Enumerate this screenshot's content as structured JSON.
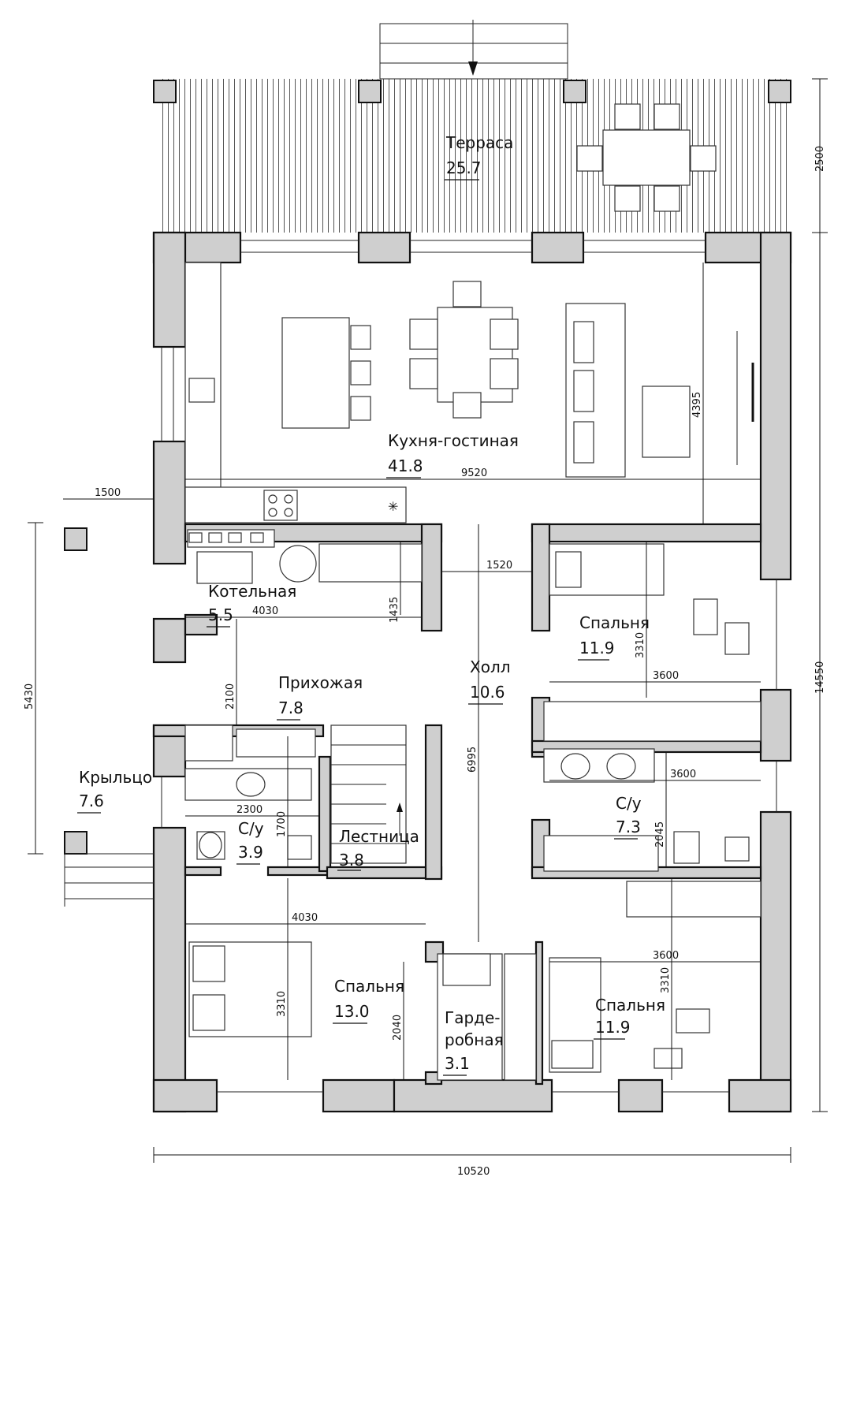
{
  "plan": {
    "rooms": [
      {
        "key": "terrace",
        "name": "Терраса",
        "area": "25.7"
      },
      {
        "key": "kitchen",
        "name": "Кухня-гостиная",
        "area": "41.8"
      },
      {
        "key": "boiler",
        "name": "Котельная",
        "area": "5.5"
      },
      {
        "key": "hall",
        "name": "Холл",
        "area": "10.6"
      },
      {
        "key": "entry",
        "name": "Прихожая",
        "area": "7.8"
      },
      {
        "key": "porch",
        "name": "Крыльцо",
        "area": "7.6"
      },
      {
        "key": "wc1",
        "name": "С/у",
        "area": "3.9"
      },
      {
        "key": "stairs",
        "name": "Лестница",
        "area": "3.8"
      },
      {
        "key": "bed1",
        "name": "Спальня",
        "area": "11.9"
      },
      {
        "key": "wc2",
        "name": "С/у",
        "area": "7.3"
      },
      {
        "key": "bed2",
        "name": "Спальня",
        "area": "13.0"
      },
      {
        "key": "wardrobe",
        "name": "Гарде-",
        "name2": "робная",
        "area": "3.1"
      },
      {
        "key": "bed3",
        "name": "Спальня",
        "area": "11.9"
      }
    ],
    "dimensions": [
      {
        "key": "d2500",
        "label": "2500"
      },
      {
        "key": "d14550",
        "label": "14550"
      },
      {
        "key": "d4395",
        "label": "4395"
      },
      {
        "key": "d9520",
        "label": "9520"
      },
      {
        "key": "d1500",
        "label": "1500"
      },
      {
        "key": "d5430",
        "label": "5430"
      },
      {
        "key": "d1520",
        "label": "1520"
      },
      {
        "key": "d4030a",
        "label": "4030"
      },
      {
        "key": "d1435",
        "label": "1435"
      },
      {
        "key": "d3310a",
        "label": "3310"
      },
      {
        "key": "d3600a",
        "label": "3600"
      },
      {
        "key": "d2100",
        "label": "2100"
      },
      {
        "key": "d6995",
        "label": "6995"
      },
      {
        "key": "d3600b",
        "label": "3600"
      },
      {
        "key": "d2300",
        "label": "2300"
      },
      {
        "key": "d1700",
        "label": "1700"
      },
      {
        "key": "d2045",
        "label": "2045"
      },
      {
        "key": "d4030b",
        "label": "4030"
      },
      {
        "key": "d3600c",
        "label": "3600"
      },
      {
        "key": "d3310b",
        "label": "3310"
      },
      {
        "key": "d2040",
        "label": "2040"
      },
      {
        "key": "d3310c",
        "label": "3310"
      },
      {
        "key": "d10520",
        "label": "10520"
      }
    ]
  }
}
